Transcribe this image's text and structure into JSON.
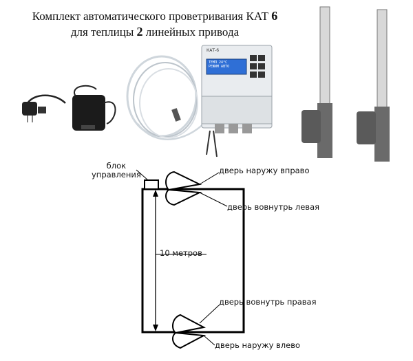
{
  "title": {
    "line1": "Комплект автоматического проветривания КАТ",
    "line1_num": "6",
    "line2_pre": "для теплицы",
    "line2_num": "2",
    "line2_post": "линейных привода"
  },
  "controller": {
    "brand": "КАТ-6",
    "screen_text": "ТЕМП 24°С\nРЕЖИМ АВТО"
  },
  "diagram": {
    "control_unit_label": "блок\nуправления",
    "length_label": "10 метров",
    "door_top_out": "дверь наружу вправо",
    "door_top_in": "дверь вовнутрь левая",
    "door_bottom_in": "дверь вовнутрь правая",
    "door_bottom_out": "дверь наружу влево"
  },
  "colors": {
    "panel": "#e9ecef",
    "screen": "#2f6fd6",
    "actuator": "#5a5a5a",
    "cable": "#cfd6dc"
  }
}
